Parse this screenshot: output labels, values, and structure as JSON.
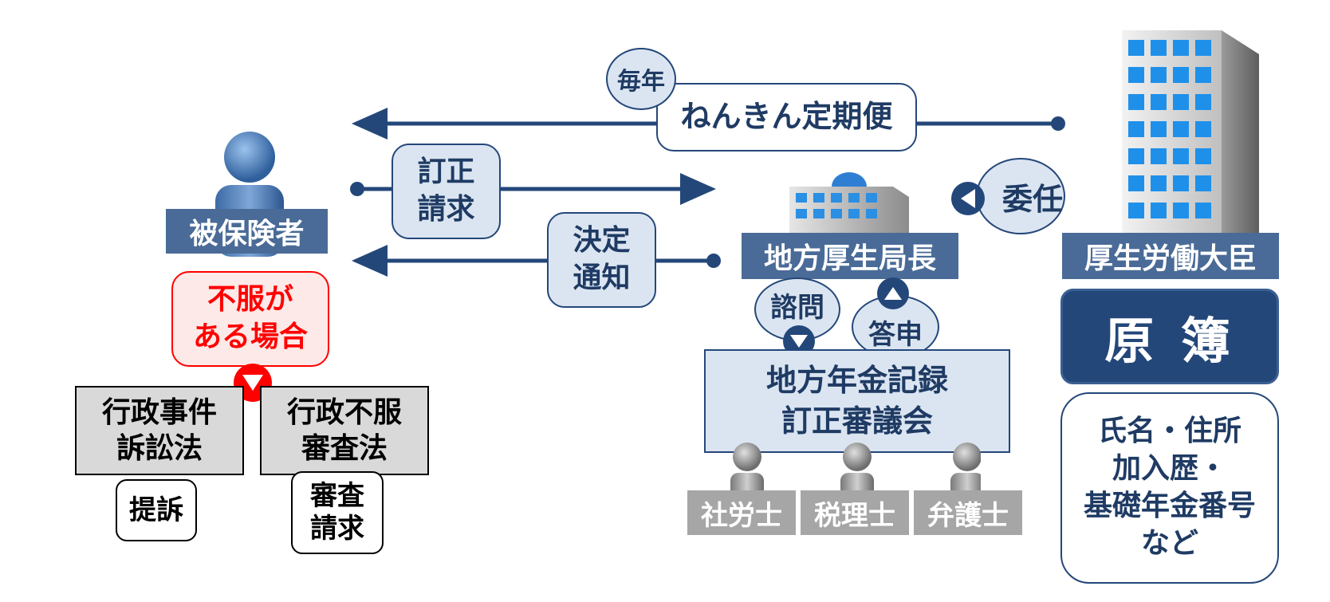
{
  "insured": {
    "label": "被保険者"
  },
  "dissatisfied": {
    "text": "不服が\nある場合"
  },
  "laws": [
    {
      "name": "行政事件\n訴訟法",
      "action": "提訴"
    },
    {
      "name": "行政不服\n審査法",
      "action": "審査\n請求"
    }
  ],
  "flows": {
    "annual": "毎年",
    "teikibin": "ねんきん定期便",
    "correction_request": "訂正\n請求",
    "decision_notice": "決定\n通知"
  },
  "regional_bureau": {
    "label": "地方厚生局長"
  },
  "delegation": "委任",
  "minister": {
    "label": "厚生労働大臣"
  },
  "consult": "諮問",
  "report": "答申",
  "council": {
    "label": "地方年金記録\n訂正審議会"
  },
  "members": [
    "社労士",
    "税理士",
    "弁護士"
  ],
  "ledger": {
    "title": "原 簿",
    "items": "氏名・住所\n加入歴・\n基礎年金番号\nなど"
  },
  "colors": {
    "navy": "#24477a",
    "light_blue": "#dbe5f1",
    "label_blue": "#4a6b97",
    "red": "#ff0000",
    "pink": "#fde9e7",
    "gray": "#a6a6a6"
  }
}
